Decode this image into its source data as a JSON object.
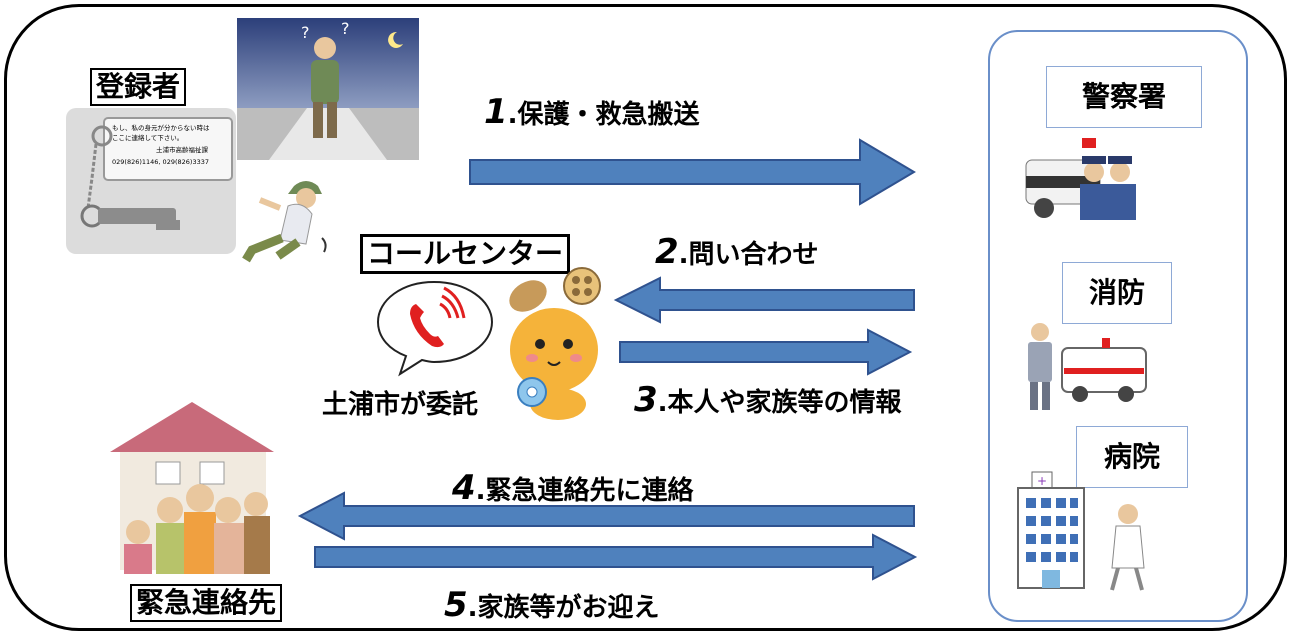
{
  "labels": {
    "registrant": "登録者",
    "call_center": "コールセンター",
    "emergency_contact": "緊急連絡先",
    "consignment": "土浦市が委託"
  },
  "keychain_tag": {
    "line1": "もし、私の身元が分からない時は",
    "line2": "ここに連絡して下さい。",
    "line3": "土浦市高齢福祉課",
    "line4": "029(826)1146, 029(826)3337"
  },
  "agencies": {
    "police": "警察署",
    "fire": "消防",
    "hospital": "病院"
  },
  "steps": [
    {
      "num": "1",
      "text": ".保護・救急搬送"
    },
    {
      "num": "2",
      "text": ".問い合わせ"
    },
    {
      "num": "3",
      "text": ".本人や家族等の情報"
    },
    {
      "num": "4",
      "text": ".緊急連絡先に連絡"
    },
    {
      "num": "5",
      "text": ".家族等がお迎え"
    }
  ],
  "colors": {
    "arrow_fill": "#4f81bd",
    "arrow_stroke": "#2f528f",
    "panel_border": "#6a8fc9",
    "phone_red": "#e02020"
  }
}
